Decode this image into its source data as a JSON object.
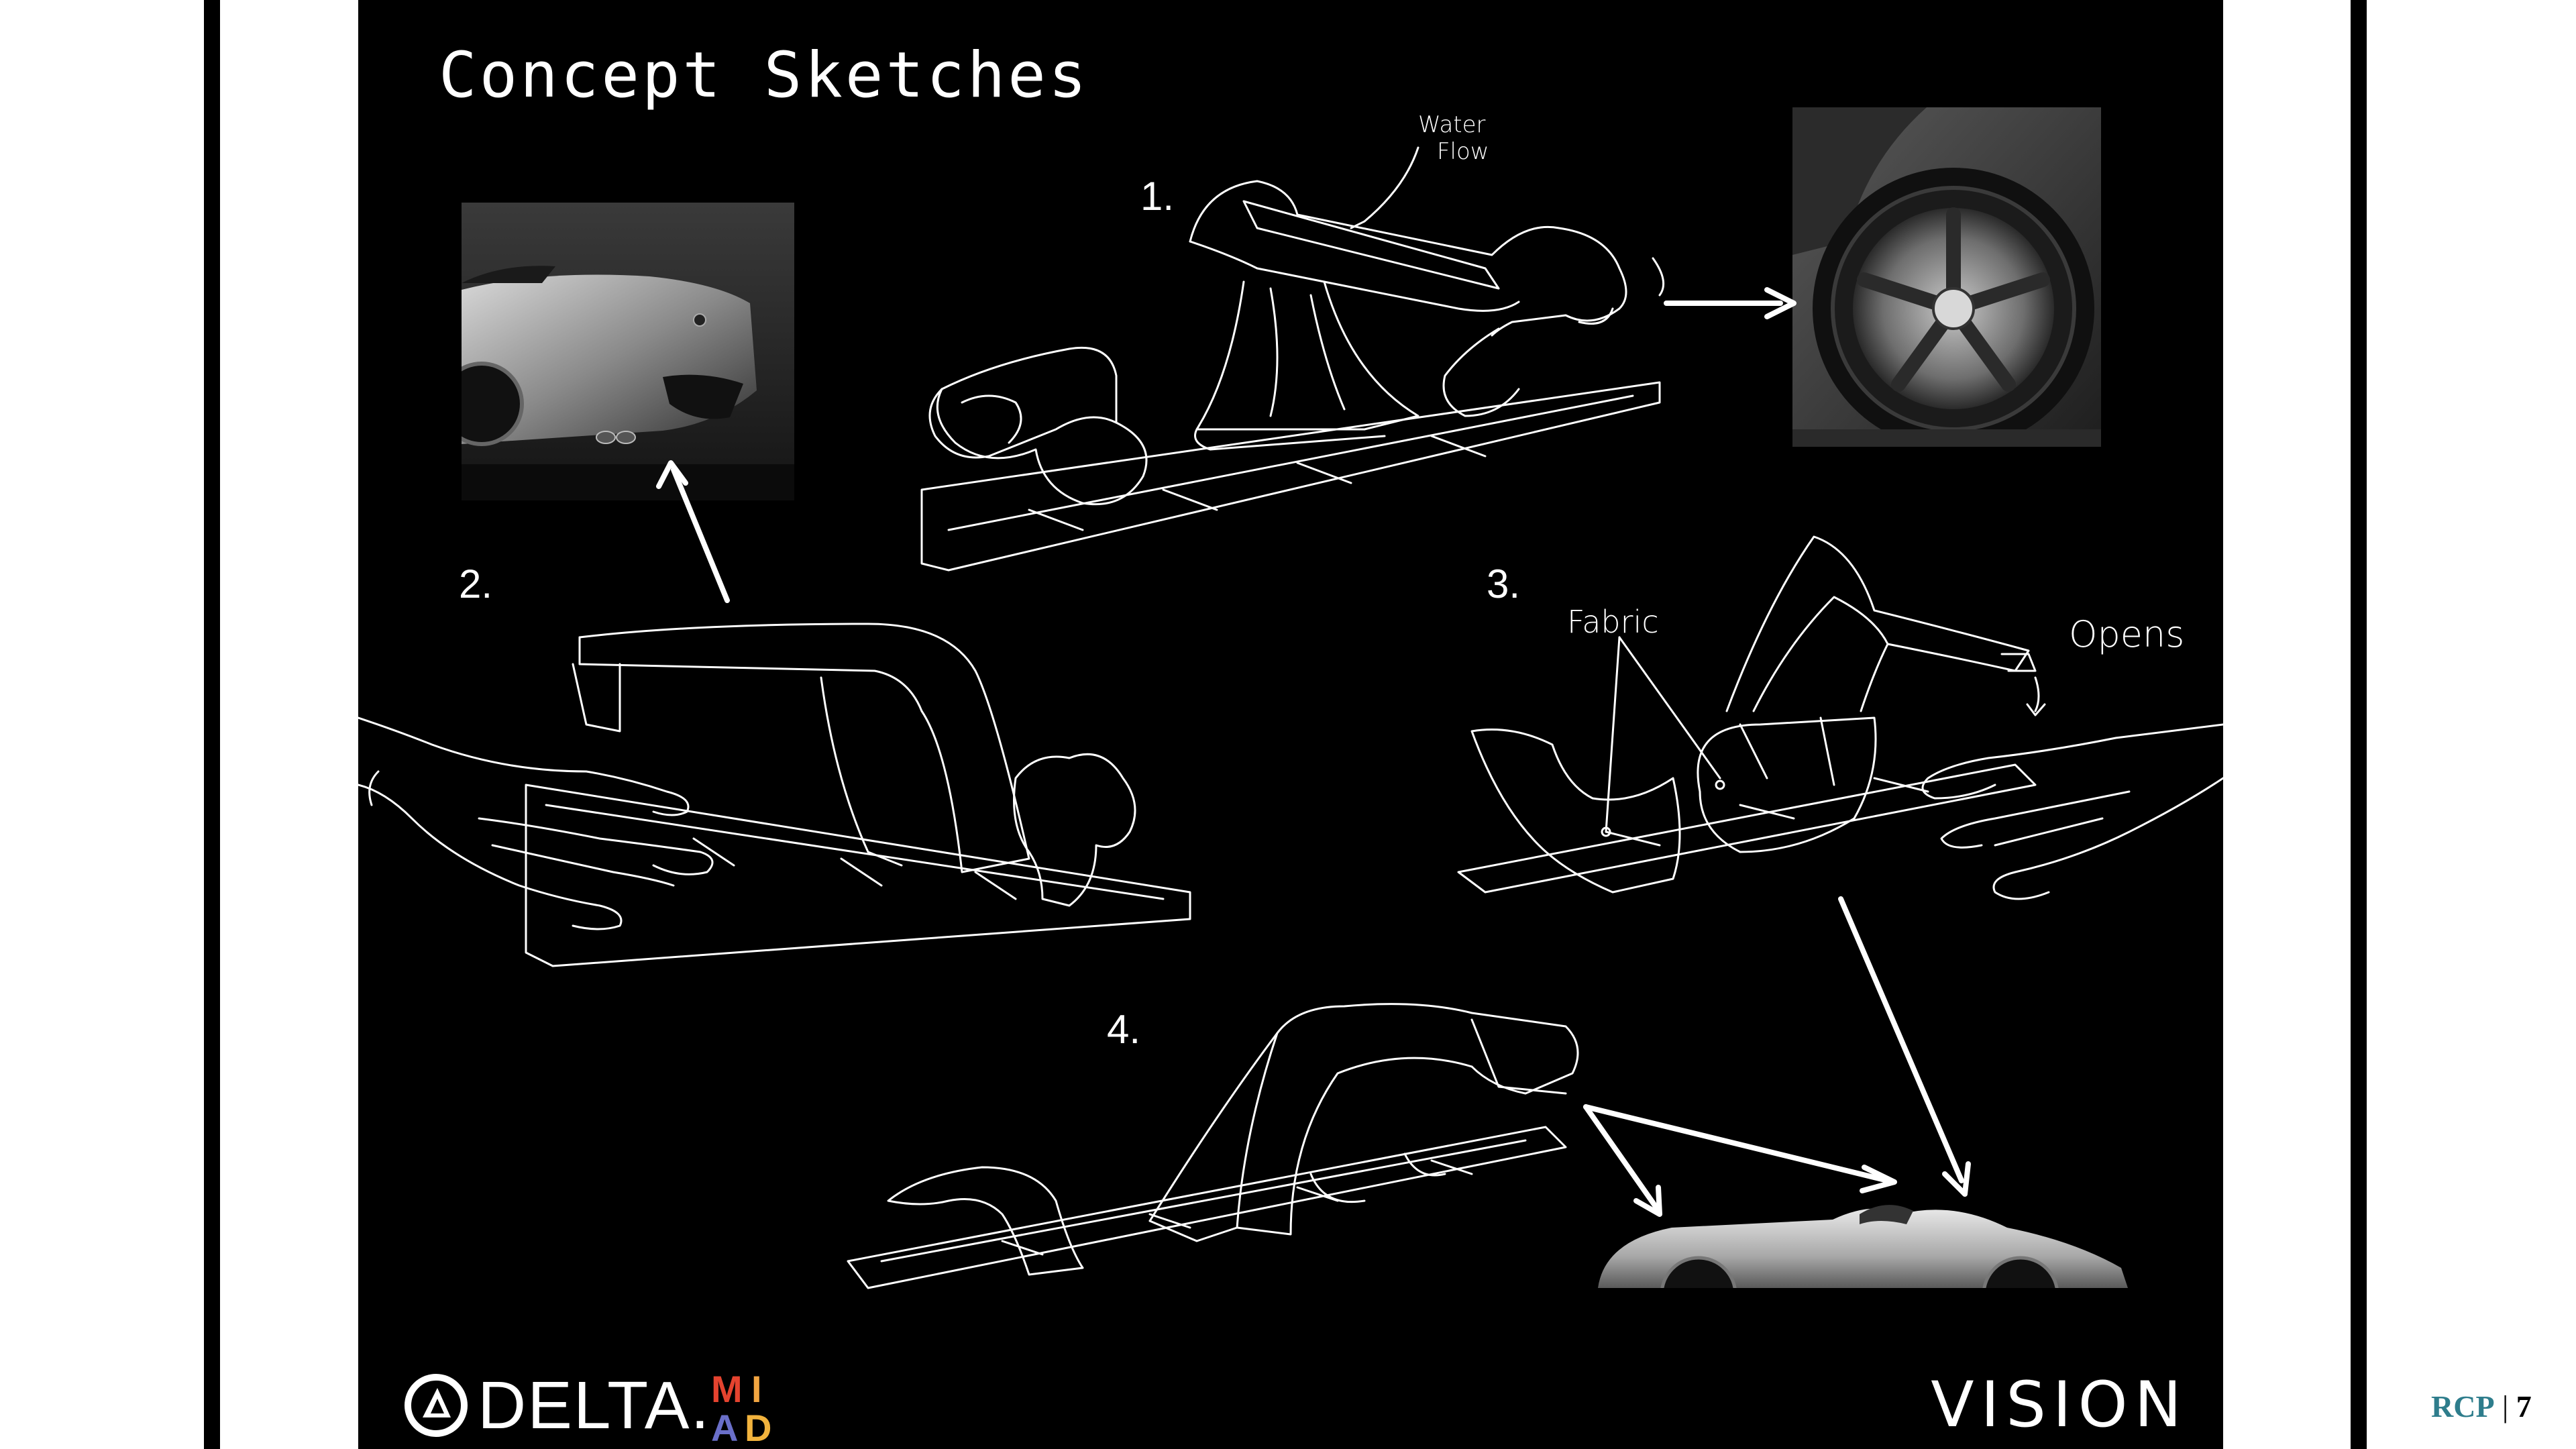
{
  "slide": {
    "title": "Concept Sketches",
    "labels": {
      "n1": "1.",
      "n2": "2.",
      "n3": "3.",
      "n4": "4."
    },
    "annotations": {
      "water_flow_line1": "Water",
      "water_flow_line2": "Flow",
      "fabric": "Fabric",
      "opens": "Opens"
    },
    "logo_text": "DELTA.",
    "miad_letters": [
      "M",
      "I",
      "A",
      "D"
    ],
    "vision": "VISION"
  },
  "footer": {
    "brand": "RCP",
    "separator": "|",
    "page": "7"
  },
  "colors": {
    "background": "#000000",
    "sketch_lines": "#ffffff",
    "footer_brand": "#2e7d8c",
    "miad_m": "#e5432f",
    "miad_i": "#f2a541",
    "miad_a": "#6a6fc9",
    "miad_d": "#f2b33d"
  },
  "icons": [
    "delta-logo-icon",
    "miad-logo-icon",
    "arrow-icon"
  ]
}
